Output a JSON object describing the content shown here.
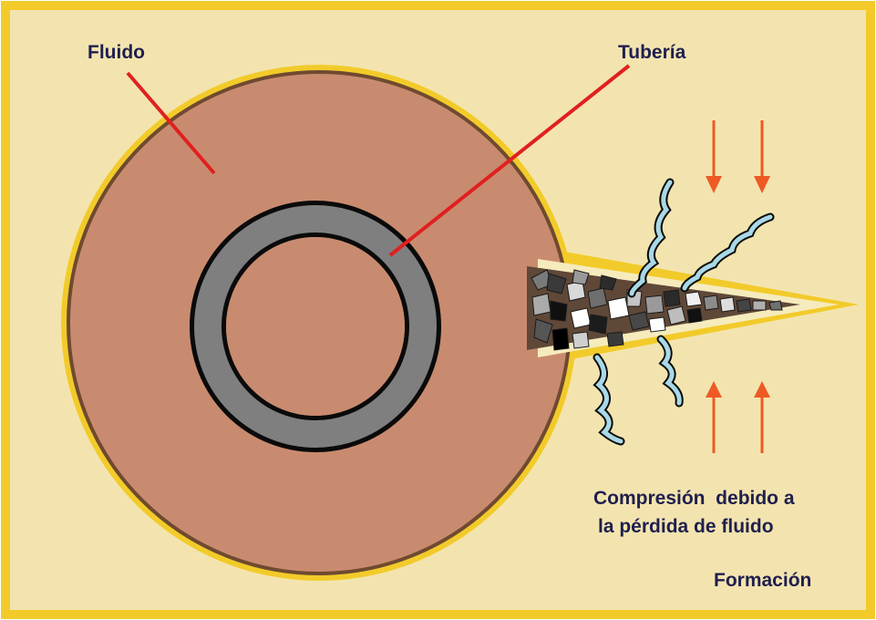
{
  "labels": {
    "fluid": "Fluido",
    "pipe": "Tubería",
    "compression_line1": "Compresión  debido a",
    "compression_line2": "la pérdida de fluido",
    "formation": "Formación"
  },
  "colors": {
    "formation": "#f3e4af",
    "frame": "#f2cb2a",
    "borehole_rim": "#f2cb2a",
    "fluid": "#c98b6f",
    "fluid_edge": "#6f4a30",
    "pipe_wall": "#7f7f7f",
    "pipe_edge": "#0a0a0a",
    "leader": "#e02020",
    "arrow": "#ee5a24",
    "fracture_fill": "#604838",
    "crack_water": "#a9d8e6",
    "text": "#1f1f4f"
  },
  "icons": {
    "compression_arrows": "orange-arrow-icon",
    "leak_cracks": "wavy-crack-icon"
  }
}
